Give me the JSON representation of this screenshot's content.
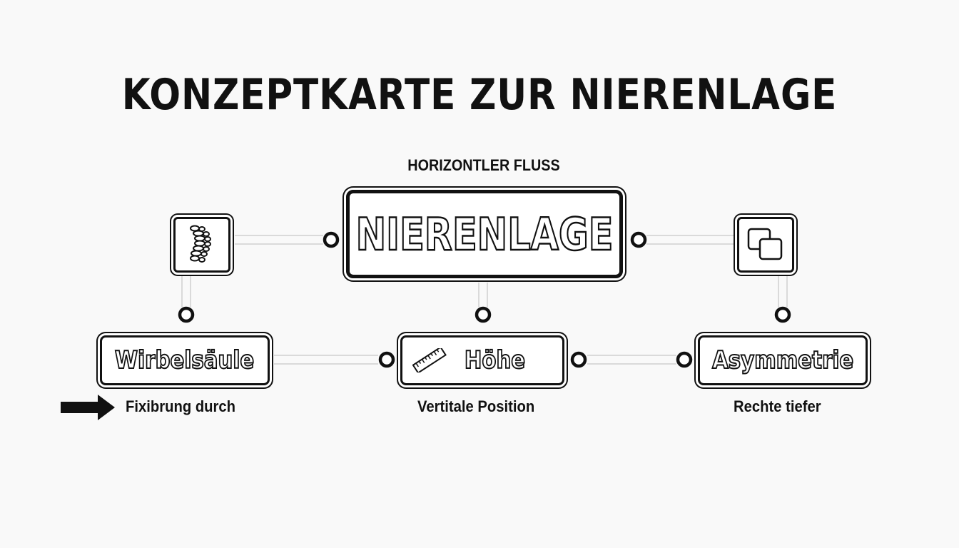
{
  "title": "KONZEPTKARTE ZUR NIERENLAGE",
  "flow_label": "HORIZONTLER FLUSS",
  "central_node": {
    "label": "NIERENLAGE"
  },
  "icon_nodes": [
    {
      "icon": "spine-icon"
    },
    {
      "icon": "overlapping-squares-icon"
    }
  ],
  "sub_nodes": [
    {
      "label": "Wirbelsäule",
      "caption": "Fixibrung durch"
    },
    {
      "label": "Höhe",
      "icon": "ruler-icon",
      "caption": "Vertitale Position"
    },
    {
      "label": "Asymmetrie",
      "caption": "Rechte tiefer"
    }
  ],
  "colors": {
    "line": "#111111",
    "connector": "#d6d6d6",
    "background": "#f9f9f9"
  }
}
